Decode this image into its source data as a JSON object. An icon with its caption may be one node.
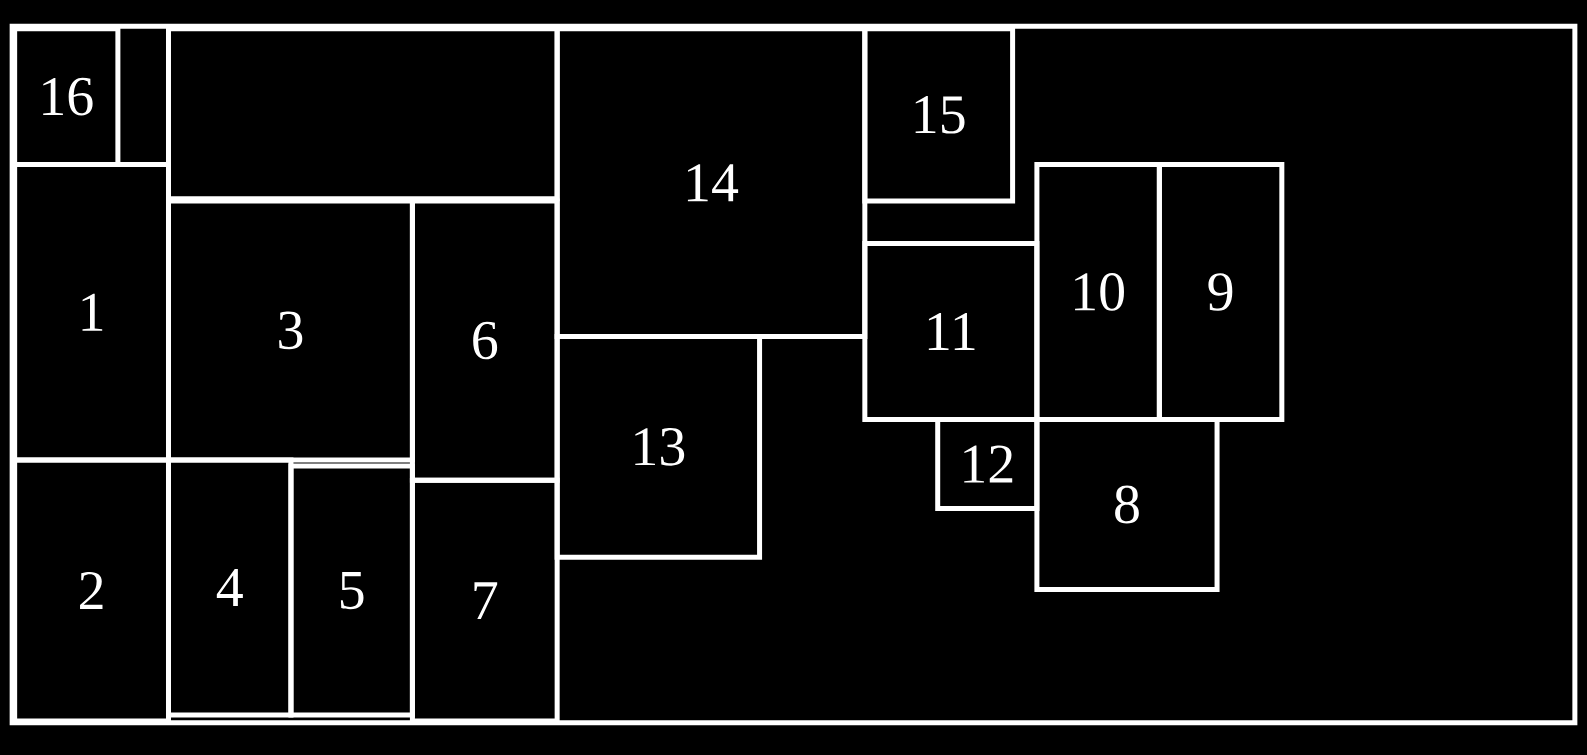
{
  "diagram": {
    "nodes": [
      {
        "text": [
          "16"
        ]
      },
      {
        "text": [],
        "shape": "box"
      },
      {
        "text": [
          "14"
        ]
      },
      {
        "text": [
          "15"
        ]
      },
      {
        "text": [
          "1"
        ]
      },
      {
        "text": [
          "3"
        ]
      },
      {
        "text": [
          "6"
        ]
      },
      {
        "text": [
          "10"
        ]
      },
      {
        "text": [
          "9"
        ]
      },
      {
        "text": [
          "11"
        ]
      },
      {
        "text": [
          "12"
        ]
      },
      {
        "text": [
          "13"
        ]
      },
      {
        "text": [
          "8"
        ]
      },
      {
        "text": [
          "2"
        ]
      },
      {
        "text": [
          "4"
        ]
      },
      {
        "text": [
          "5"
        ]
      },
      {
        "text": [
          "7"
        ]
      }
    ]
  }
}
